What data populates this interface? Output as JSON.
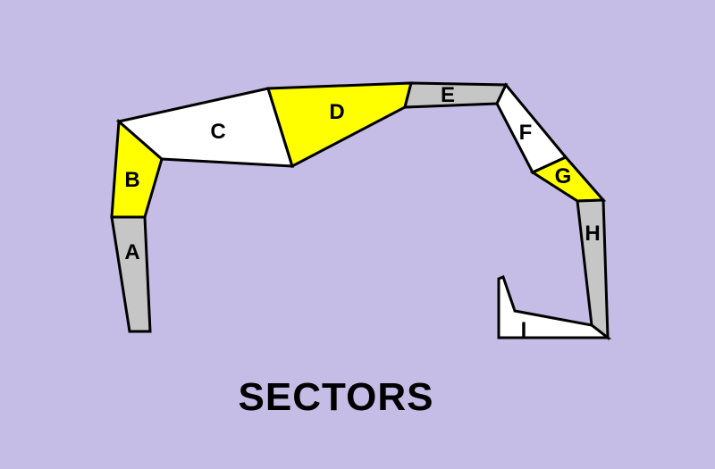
{
  "title": "SECTORS",
  "colors": {
    "background": "#c5bde6",
    "gray": "#c6c6c6",
    "yellow": "#ffff00",
    "white": "#ffffff",
    "outline": "#000000"
  },
  "sectors": [
    {
      "label": "A",
      "fill": "gray"
    },
    {
      "label": "B",
      "fill": "yellow"
    },
    {
      "label": "C",
      "fill": "white"
    },
    {
      "label": "D",
      "fill": "yellow"
    },
    {
      "label": "E",
      "fill": "gray"
    },
    {
      "label": "F",
      "fill": "white"
    },
    {
      "label": "G",
      "fill": "yellow"
    },
    {
      "label": "H",
      "fill": "gray"
    },
    {
      "label": "I",
      "fill": "white"
    }
  ]
}
